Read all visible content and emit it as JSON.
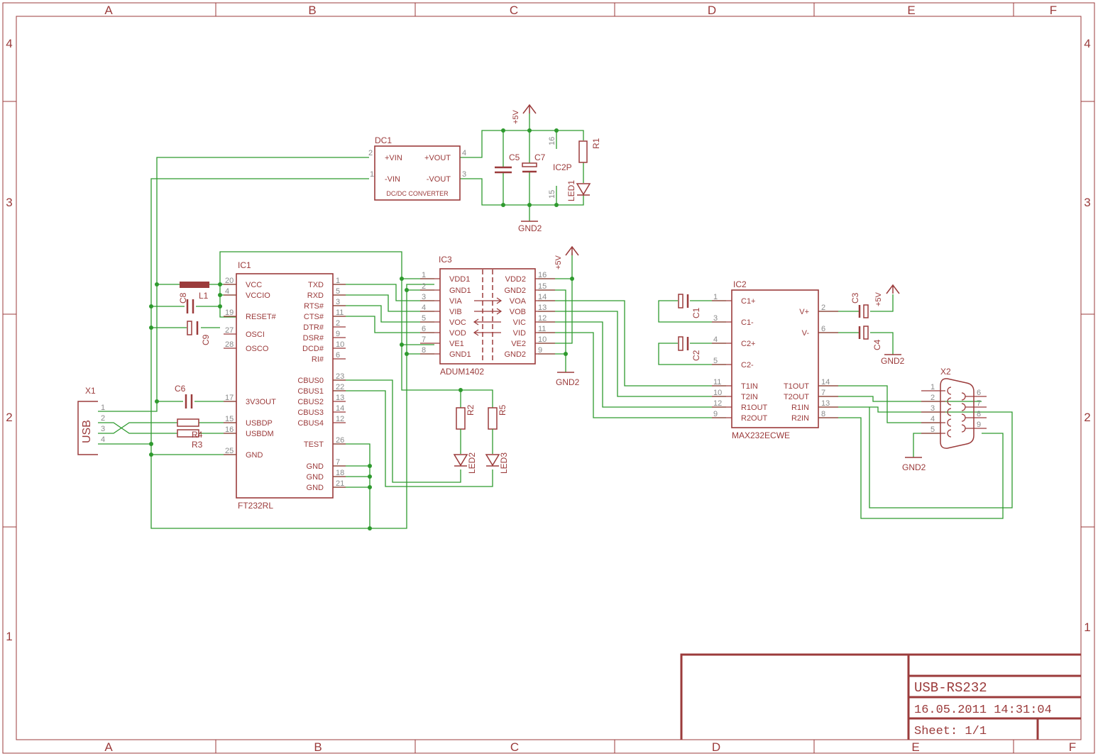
{
  "frame": {
    "col_labels": [
      "A",
      "B",
      "C",
      "D",
      "E",
      "F"
    ],
    "row_labels": [
      "4",
      "3",
      "2",
      "1"
    ]
  },
  "title_block": {
    "title": "USB-RS232",
    "datetime": "16.05.2011 14:31:04",
    "sheet": "Sheet: 1/1"
  },
  "parts": {
    "dc1": {
      "name": "DC1",
      "function": "DC/DC CONVERTER",
      "pins": [
        "+VIN",
        "-VIN",
        "+VOUT",
        "-VOUT"
      ],
      "pin_numbers": [
        "2",
        "1",
        "4",
        "3"
      ]
    },
    "ic1": {
      "name": "IC1",
      "value": "FT232RL",
      "left_pins": [
        "VCC",
        "VCCIO",
        "RESET#",
        "OSCI",
        "OSCO",
        "3V3OUT",
        "USBDP",
        "USBDM",
        "GND"
      ],
      "left_numbers": [
        "20",
        "4",
        "19",
        "27",
        "28",
        "17",
        "15",
        "16",
        "25"
      ],
      "right_pins": [
        "TXD",
        "RXD",
        "RTS#",
        "CTS#",
        "DTR#",
        "DSR#",
        "DCD#",
        "RI#",
        "CBUS0",
        "CBUS1",
        "CBUS2",
        "CBUS3",
        "CBUS4",
        "TEST",
        "GND",
        "GND",
        "GND"
      ],
      "right_numbers": [
        "1",
        "5",
        "3",
        "11",
        "2",
        "9",
        "10",
        "6",
        "23",
        "22",
        "13",
        "14",
        "12",
        "26",
        "7",
        "18",
        "21"
      ]
    },
    "ic3": {
      "name": "IC3",
      "value": "ADUM1402",
      "left_pins": [
        "VDD1",
        "GND1",
        "VIA",
        "VIB",
        "VOC",
        "VOD",
        "VE1",
        "GND1"
      ],
      "left_numbers": [
        "1",
        "2",
        "3",
        "4",
        "5",
        "6",
        "7",
        "8"
      ],
      "right_pins": [
        "VDD2",
        "GND2",
        "VOA",
        "VOB",
        "VIC",
        "VID",
        "VE2",
        "GND2"
      ],
      "right_numbers": [
        "16",
        "15",
        "14",
        "13",
        "12",
        "11",
        "10",
        "9"
      ]
    },
    "ic2": {
      "name": "IC2",
      "value": "MAX232ECWE",
      "left_pins": [
        "C1+",
        "C1-",
        "C2+",
        "C2-",
        "T1IN",
        "T2IN",
        "R1OUT",
        "R2OUT"
      ],
      "left_numbers": [
        "1",
        "3",
        "4",
        "5",
        "11",
        "10",
        "12",
        "9"
      ],
      "right_pins": [
        "V+",
        "V-",
        "T1OUT",
        "T2OUT",
        "R1IN",
        "R2IN"
      ],
      "right_numbers": [
        "2",
        "6",
        "14",
        "7",
        "13",
        "8"
      ]
    },
    "ic2p": {
      "name": "IC2P",
      "vcc_pin": "16",
      "gnd_pin": "15"
    },
    "x1": {
      "name": "X1",
      "value": "USB",
      "pins": [
        "1",
        "2",
        "3",
        "4"
      ]
    },
    "x2": {
      "name": "X2",
      "left": [
        "1",
        "2",
        "3",
        "4",
        "5"
      ],
      "right": [
        "6",
        "7",
        "8",
        "9"
      ]
    },
    "caps": [
      "C1",
      "C2",
      "C3",
      "C4",
      "C5",
      "C6",
      "C7",
      "C8",
      "C9"
    ],
    "resistors": [
      "R1",
      "R2",
      "R3",
      "R4",
      "R5"
    ],
    "leds": [
      "LED1",
      "LED2",
      "LED3"
    ],
    "inductor": "L1",
    "supply": {
      "p5v": "+5V",
      "gnd2": "GND2"
    }
  }
}
